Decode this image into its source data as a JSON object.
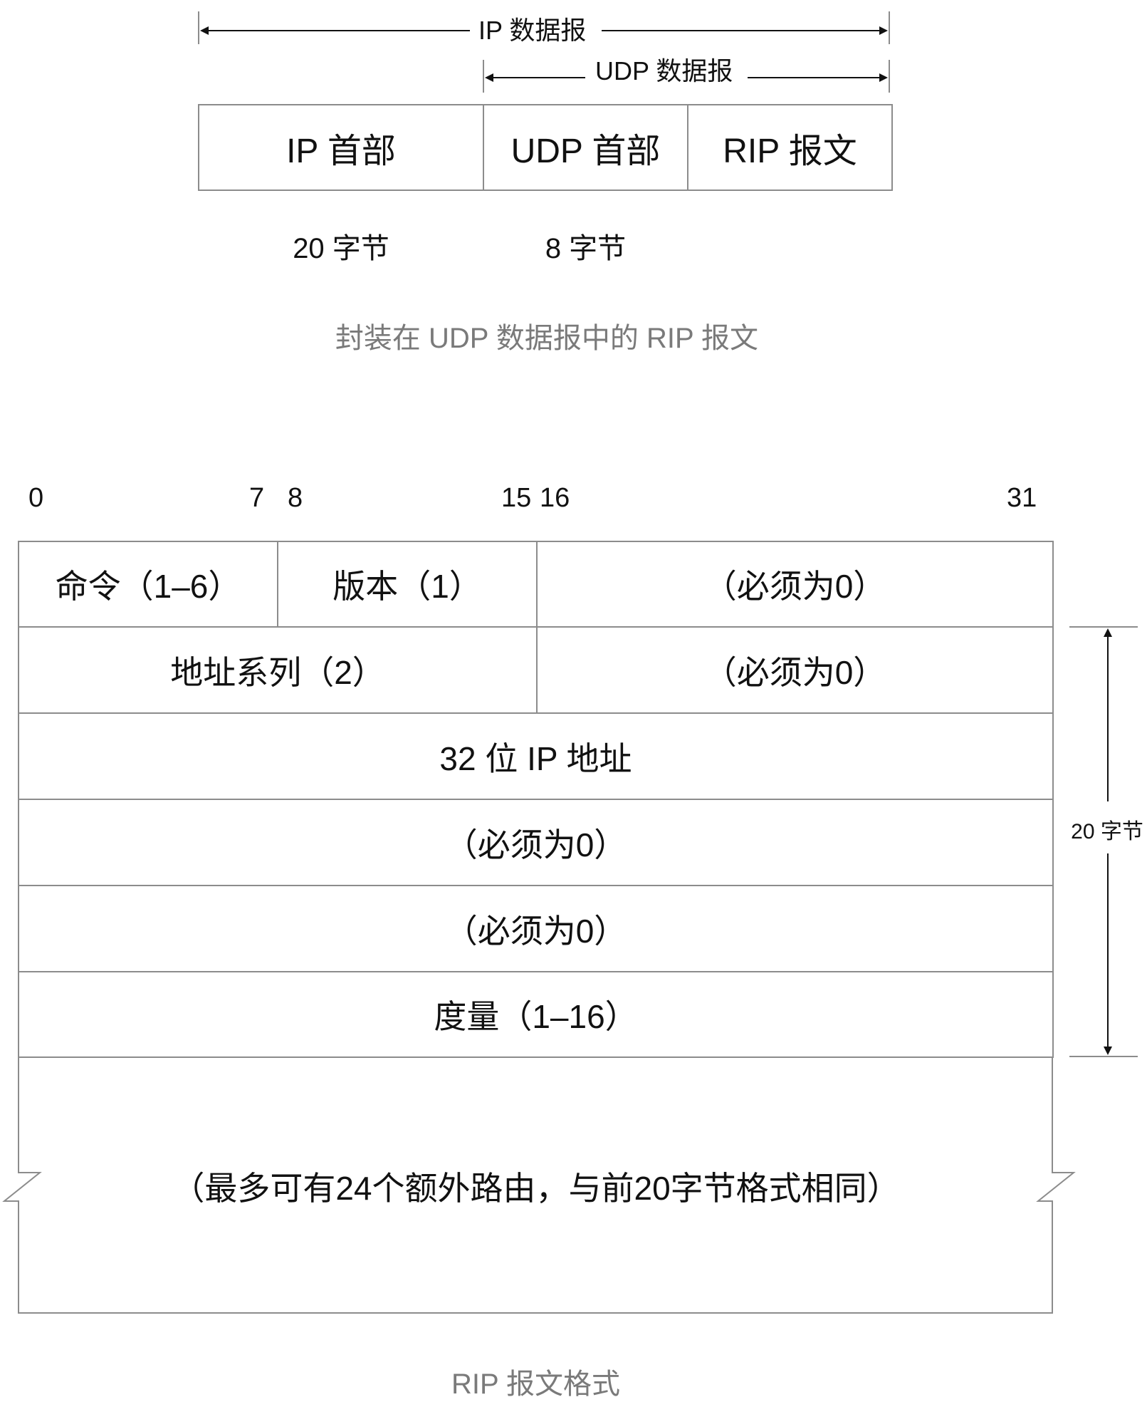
{
  "encapsulation": {
    "ip_datagram_label": "IP 数据报",
    "udp_datagram_label": "UDP 数据报",
    "ip_header": "IP 首部",
    "udp_header": "UDP 首部",
    "rip_message": "RIP 报文",
    "ip_header_size": "20 字节",
    "udp_header_size": "8 字节",
    "caption": "封装在 UDP 数据报中的 RIP 报文"
  },
  "format": {
    "bit_labels": {
      "b0": "0",
      "b7": "7",
      "b8": "8",
      "b15": "15",
      "b16": "16",
      "b31": "31"
    },
    "rows": {
      "command": "命令（1–6）",
      "version": "版本（1）",
      "zero1": "（必须为0）",
      "address_family": "地址系列（2）",
      "zero2": "（必须为0）",
      "ip_address": "32 位 IP 地址",
      "zero3": "（必须为0）",
      "zero4": "（必须为0）",
      "metric": "度量（1–16）",
      "additional_routes": "（最多可有24个额外路由，与前20字节格式相同）"
    },
    "route_entry_size": "20 字节",
    "caption": "RIP 报文格式"
  },
  "colors": {
    "line": "#8c8c8c",
    "caption": "#7a7a7a",
    "arrow": "#111111"
  }
}
